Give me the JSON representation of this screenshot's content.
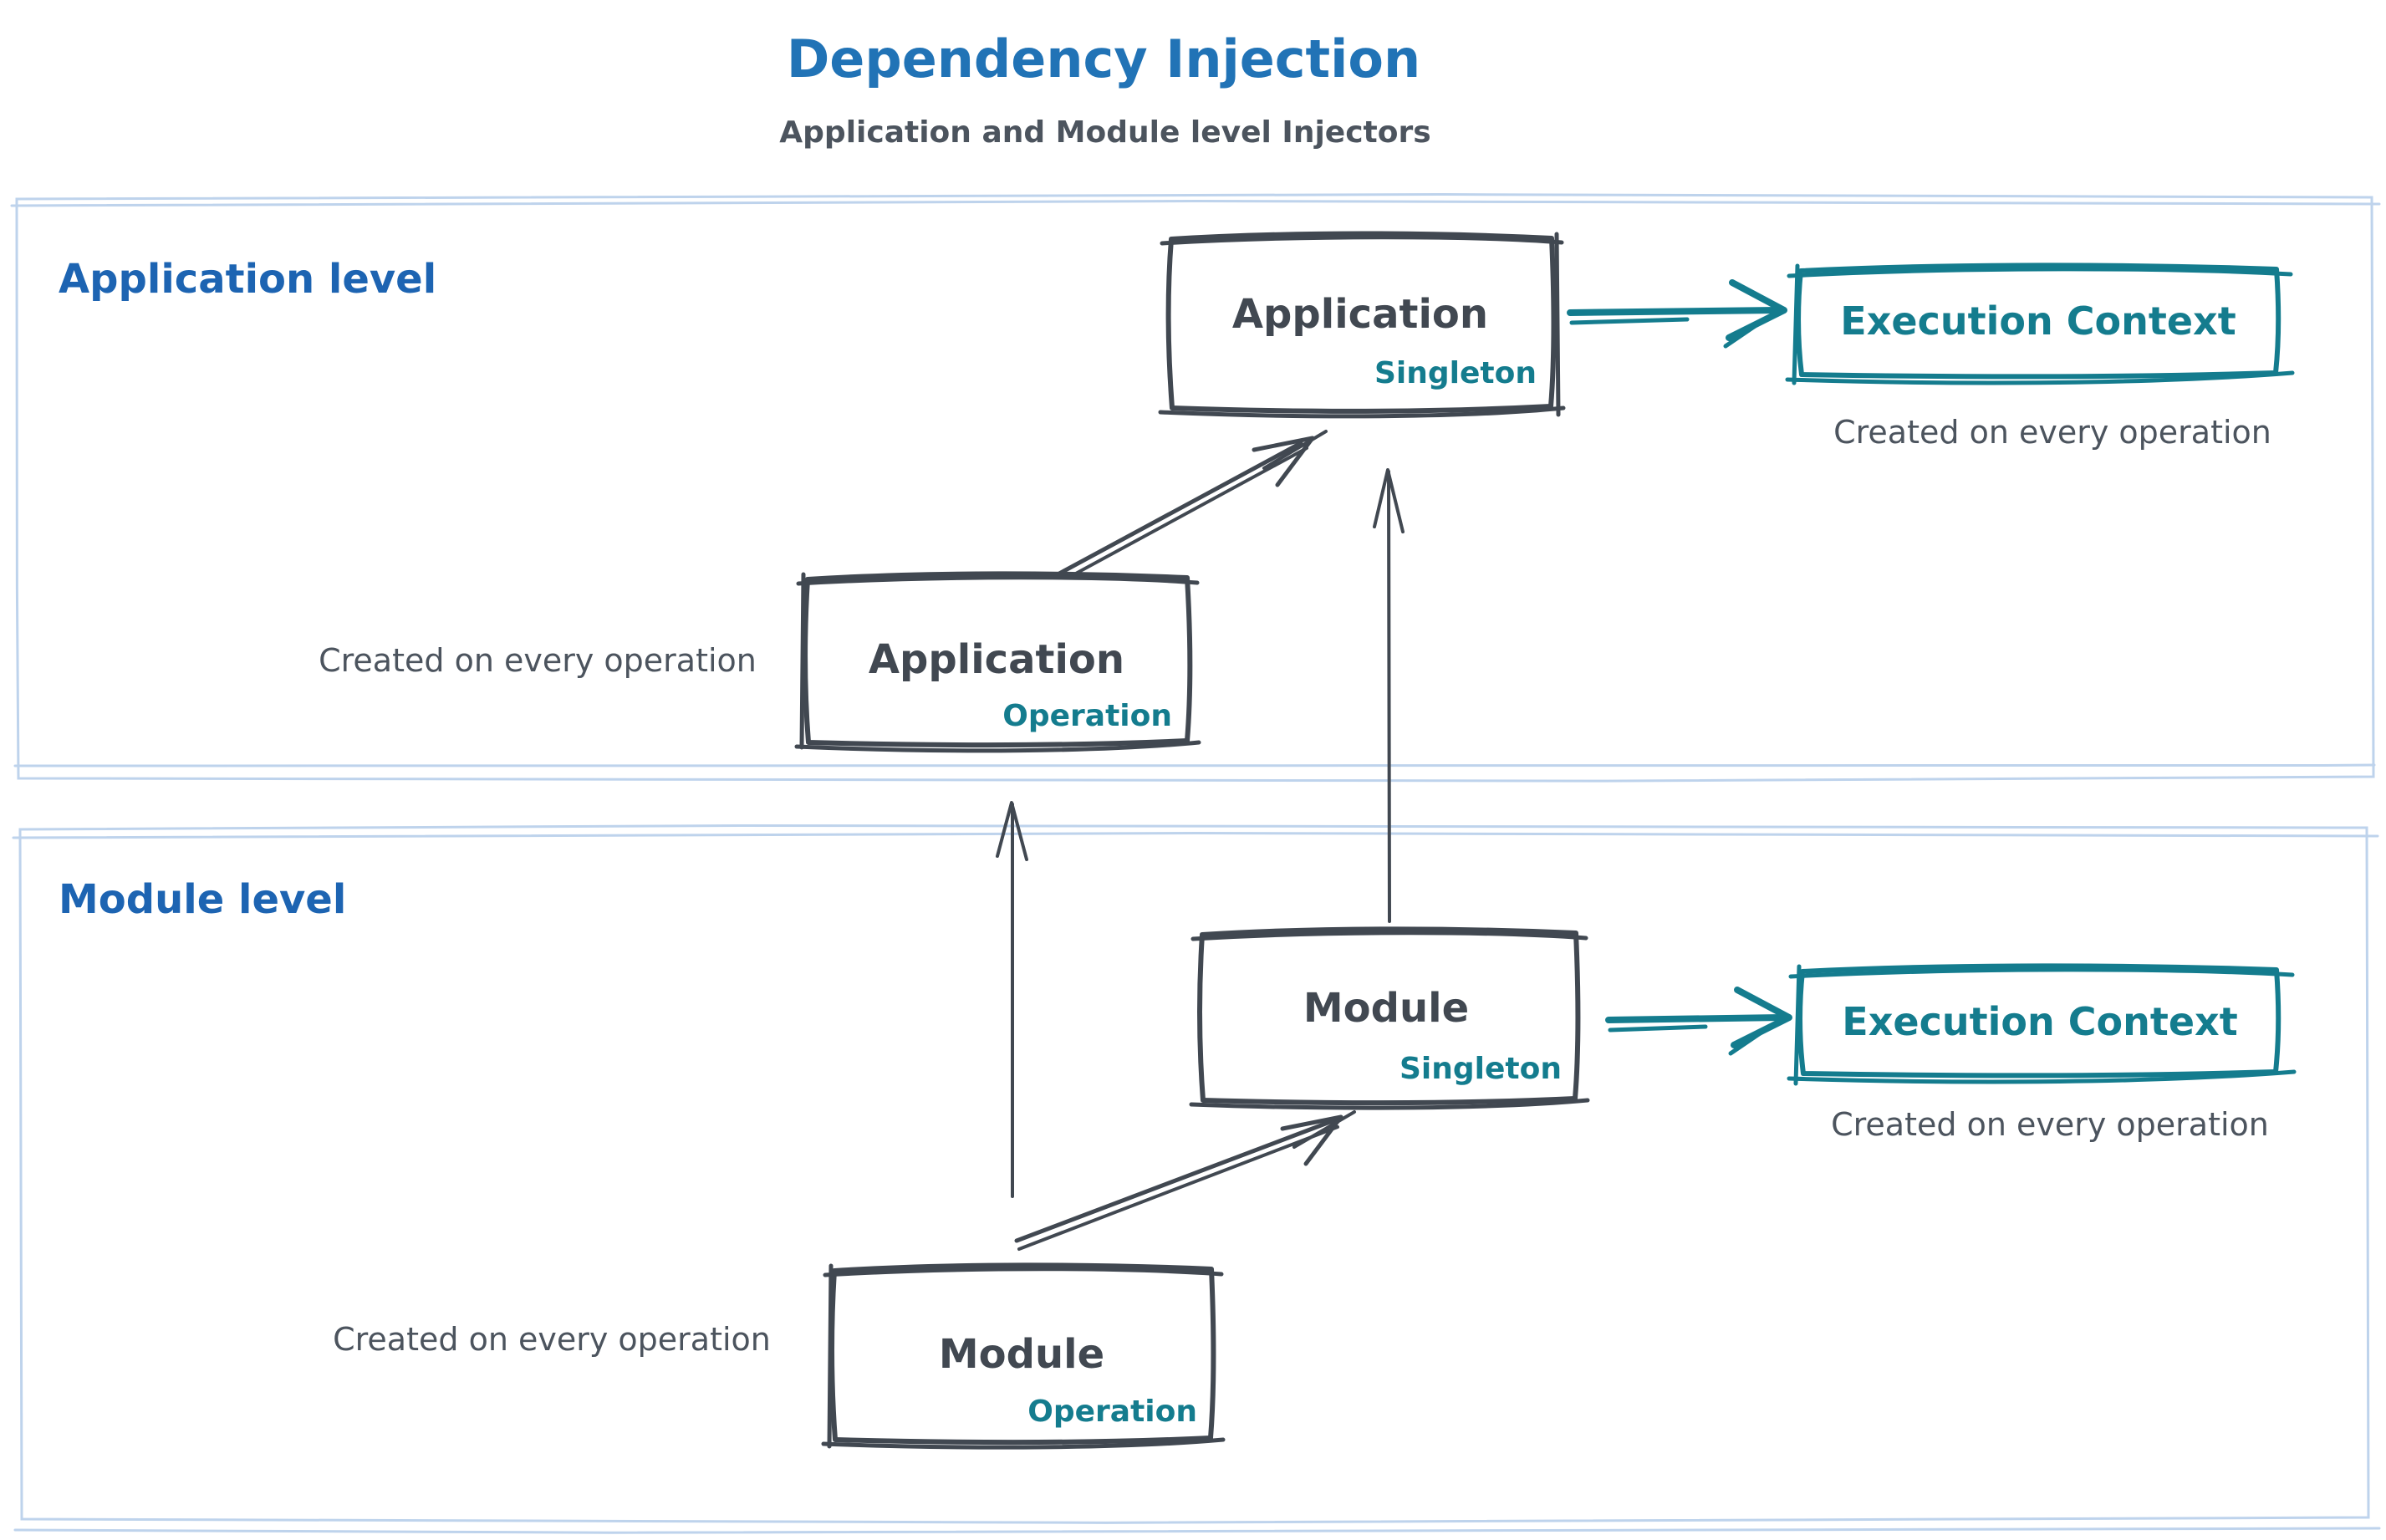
{
  "header": {
    "title": "Dependency Injection",
    "subtitle": "Application and Module level Injectors"
  },
  "colors": {
    "title_blue": "#2173b6",
    "label_blue": "#1d64b2",
    "teal": "#147c8e",
    "ink": "#414851",
    "caption_gray": "#4c545e",
    "panel_border": "#bed3ec"
  },
  "application_level": {
    "label": "Application level",
    "singleton_box": {
      "title": "Application",
      "tag": "Singleton"
    },
    "operation_box": {
      "title": "Application",
      "tag": "Operation"
    },
    "operation_caption": "Created on every operation",
    "execution_context": {
      "title": "Execution Context",
      "caption": "Created on every operation"
    }
  },
  "module_level": {
    "label": "Module level",
    "singleton_box": {
      "title": "Module",
      "tag": "Singleton"
    },
    "operation_box": {
      "title": "Module",
      "tag": "Operation"
    },
    "operation_caption": "Created on every operation",
    "execution_context": {
      "title": "Execution Context",
      "caption": "Created on every operation"
    }
  }
}
